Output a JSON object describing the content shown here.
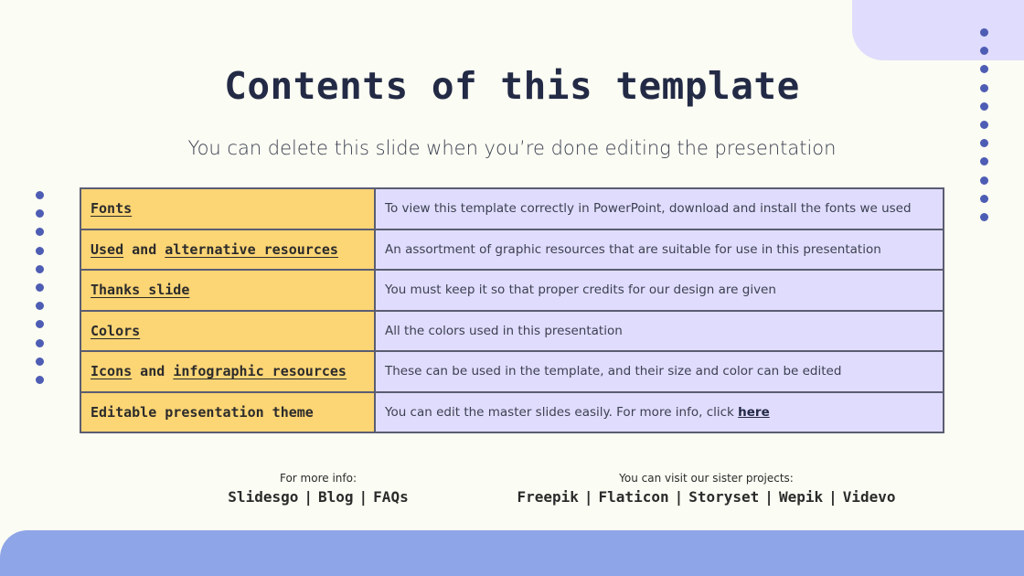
{
  "slide": {
    "title": "Contents of this template",
    "subtitle": "You can delete this slide when you’re done editing the presentation"
  },
  "table": {
    "rows": [
      {
        "label_parts": [
          {
            "text": "Fonts",
            "link": true
          }
        ],
        "description": "To view this template correctly in PowerPoint, download and install the fonts we used"
      },
      {
        "label_parts": [
          {
            "text": "Used",
            "link": true
          },
          {
            "text": " and ",
            "link": false
          },
          {
            "text": "alternative resources",
            "link": true
          }
        ],
        "description": "An assortment of graphic resources that are suitable for use in this presentation"
      },
      {
        "label_parts": [
          {
            "text": "Thanks slide",
            "link": true
          }
        ],
        "description": "You must keep it so that proper credits for our design are given"
      },
      {
        "label_parts": [
          {
            "text": "Colors",
            "link": true
          }
        ],
        "description": "All the colors used in this presentation"
      },
      {
        "label_parts": [
          {
            "text": "Icons",
            "link": true
          },
          {
            "text": " and ",
            "link": false
          },
          {
            "text": "infographic resources",
            "link": true
          }
        ],
        "description": "These can be used in the template, and their size and color can be edited"
      },
      {
        "label_parts": [
          {
            "text": "Editable presentation theme",
            "link": false
          }
        ],
        "description": "You can edit the master slides easily. For more info, click ",
        "description_link": "here"
      }
    ]
  },
  "footer": {
    "left": {
      "caption": "For more info:",
      "links": [
        "Slidesgo",
        "Blog",
        "FAQs"
      ],
      "separator": "|"
    },
    "right": {
      "caption": "You can visit our sister projects:",
      "links": [
        "Freepik",
        "Flaticon",
        "Storyset",
        "Wepik",
        "Videvo"
      ],
      "separator": "|"
    }
  },
  "colors": {
    "background": "#fbfcf3",
    "label_column": "#fcd575",
    "description_column": "#e0dcfd",
    "dots": "#4e5db4",
    "bottom_band": "#8ea5e7",
    "corner_shape": "#e0dcfd",
    "title_text": "#232a45"
  },
  "decorations": {
    "right_dot_count": 11,
    "left_dot_count": 11
  }
}
